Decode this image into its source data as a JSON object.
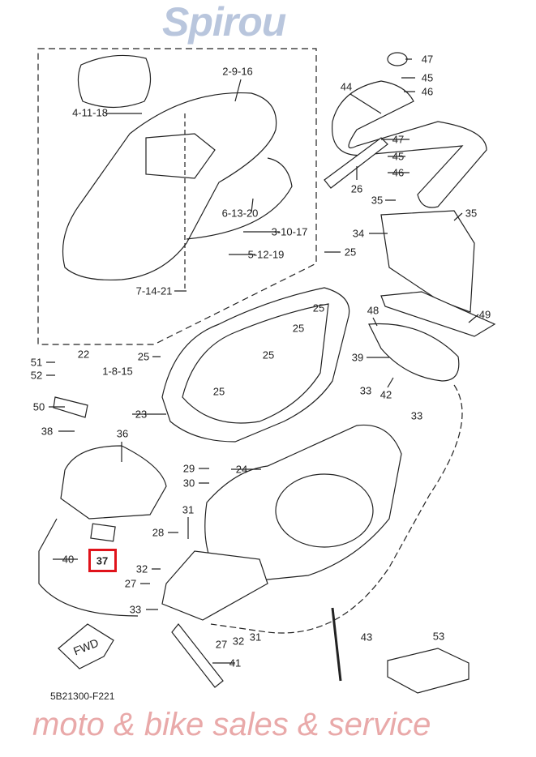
{
  "watermark": {
    "brand": "Spirou",
    "tagline": "moto & bike sales & service"
  },
  "diagram_code": "5B21300-F221",
  "fwd_label": "FWD",
  "highlighted_part": "37",
  "colors": {
    "highlight": "#e0131b",
    "line": "#222222"
  },
  "callouts": [
    "47",
    "45",
    "46",
    "44",
    "47",
    "45",
    "46",
    "26",
    "35",
    "35",
    "34",
    "25",
    "49",
    "48",
    "39",
    "42",
    "33",
    "33",
    "2-9-16",
    "4-11-18",
    "6-13-20",
    "3-10-17",
    "5-12-19",
    "7-14-21",
    "1-8-15",
    "51",
    "22",
    "52",
    "50",
    "38",
    "36",
    "25",
    "25",
    "25",
    "25",
    "25",
    "23",
    "24",
    "29",
    "30",
    "31",
    "28",
    "40",
    "32",
    "27",
    "33",
    "27",
    "32",
    "31",
    "41",
    "43",
    "53"
  ]
}
